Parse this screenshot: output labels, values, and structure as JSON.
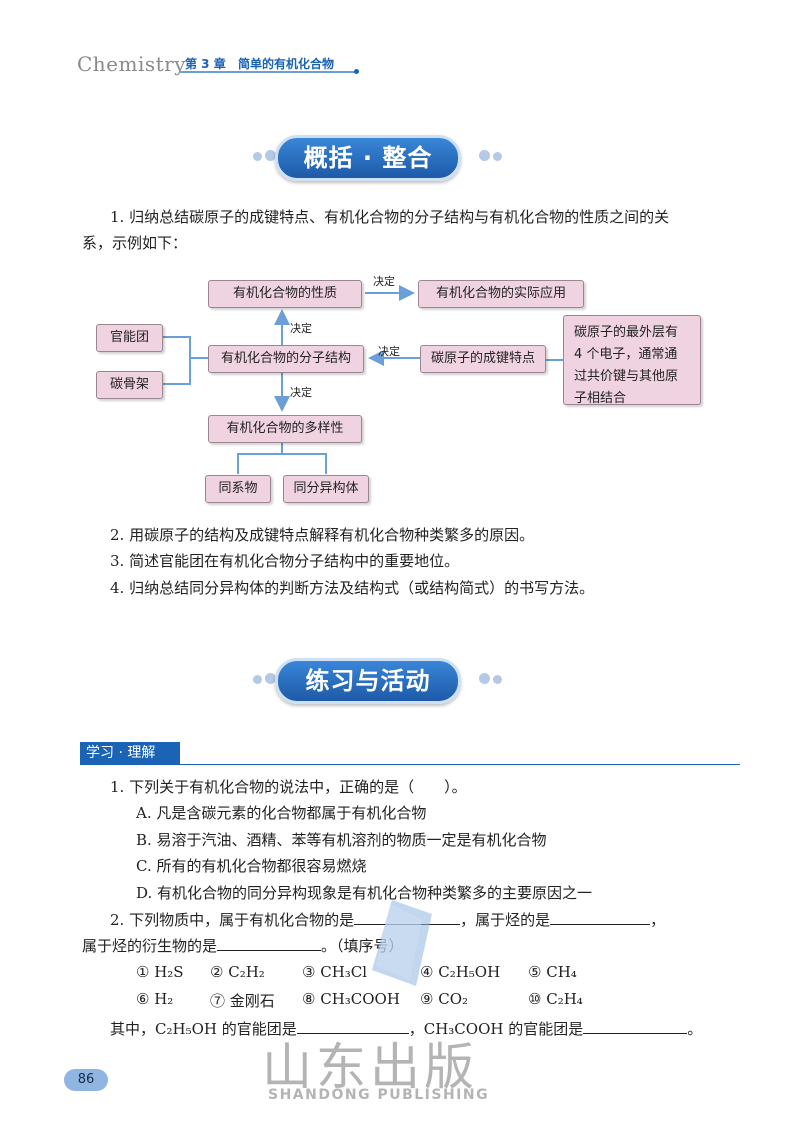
{
  "header": {
    "logo": "Chemistry",
    "chapter": "第 3 章",
    "title": "简单的有机化合物"
  },
  "section1": {
    "banner": "概括 · 整合",
    "q1_line1": "1. 归纳总结碳原子的成键特点、有机化合物的分子结构与有机化合物的性质之间的关",
    "q1_line2": "系，示例如下：",
    "diagram": {
      "properties": "有机化合物的性质",
      "application": "有机化合物的实际应用",
      "structure": "有机化合物的分子结构",
      "bond_features": "碳原子的成键特点",
      "carbon_note": "碳原子的最外层有 4 个电子，通常通过共价键与其他原子相结合",
      "functional_group": "官能团",
      "skeleton": "碳骨架",
      "diversity": "有机化合物的多样性",
      "homolog": "同系物",
      "isomer": "同分异构体",
      "decide": "决定"
    },
    "q2": "2. 用碳原子的结构及成键特点解释有机化合物种类繁多的原因。",
    "q3": "3. 简述官能团在有机化合物分子结构中的重要地位。",
    "q4": "4. 归纳总结同分异构体的判断方法及结构式（或结构简式）的书写方法。"
  },
  "section2": {
    "banner": "练习与活动",
    "subheading": "学习 · 理解",
    "ex1": {
      "stem": "1. 下列关于有机化合物的说法中，正确的是（　　）。",
      "A": "A. 凡是含碳元素的化合物都属于有机化合物",
      "B": "B. 易溶于汽油、酒精、苯等有机溶剂的物质一定是有机化合物",
      "C": "C. 所有的有机化合物都很容易燃烧",
      "D": "D. 有机化合物的同分异构现象是有机化合物种类繁多的主要原因之一"
    },
    "ex2": {
      "line1_a": "2. 下列物质中，属于有机化合物的是",
      "line1_b": "，属于烃的是",
      "line1_c": "，",
      "line2_a": "属于烃的衍生物的是",
      "line2_b": "。（填序号）",
      "items_row1": [
        "① H₂S",
        "② C₂H₂",
        "③ CH₃Cl",
        "④ C₂H₅OH",
        "⑤ CH₄"
      ],
      "items_row2": [
        "⑥ H₂",
        "⑦ 金刚石",
        "⑧ CH₃COOH",
        "⑨ CO₂",
        "⑩ C₂H₄"
      ],
      "line3_a": "其中，C₂H₅OH 的官能团是",
      "line3_b": "，CH₃COOH 的官能团是",
      "line3_c": "。"
    }
  },
  "page_number": "86",
  "watermark": {
    "cn": "山东出版",
    "en": "SHANDONG PUBLISHING"
  },
  "colors": {
    "accent": "#1b63b5",
    "box_fill": "#f0d3e1",
    "arrow": "#6a9fd8"
  }
}
